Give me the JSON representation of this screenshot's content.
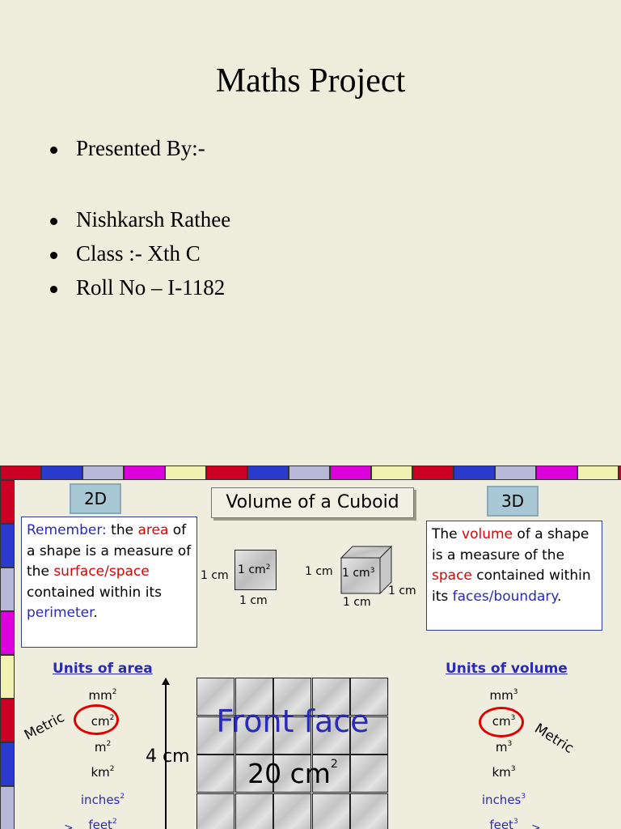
{
  "slide1": {
    "title": "Maths Project",
    "bullets": [
      "Presented By:-",
      "Nishkarsh Rathee",
      "Class :- Xth C",
      "Roll No – I-1182"
    ]
  },
  "slide2": {
    "border_colors": [
      "#cc0022",
      "#2a3acc",
      "#b8b8d8",
      "#dc00dc",
      "#f0f0b0"
    ],
    "tag_2d": "2D",
    "tag_3d": "3D",
    "title": "Volume of a Cuboid",
    "left_info": {
      "p1": "Remember:",
      "p2": " the ",
      "p3": "area",
      "p4": " of a shape is a measure of the ",
      "p5": "surface/space",
      "p6": " contained within its ",
      "p7": "perimeter",
      "p8": "."
    },
    "right_info": {
      "p1": "The ",
      "p2": "volume",
      "p3": " of a shape is a measure of the ",
      "p4": "space",
      "p5": " contained within its ",
      "p6": "faces/boundary",
      "p7": "."
    },
    "square": {
      "side_left": "1 cm",
      "side_bottom": "1 cm",
      "label": "1 cm",
      "label_sup": "2"
    },
    "cube": {
      "side_top_left": "1 cm",
      "side_bottom": "1 cm",
      "side_right": "1 cm",
      "label": "1 cm",
      "label_sup": "3"
    },
    "units_area": {
      "title": "Units of area",
      "metric_label": "Metric",
      "items": [
        {
          "base": "mm",
          "sup": "2"
        },
        {
          "base": "cm",
          "sup": "2"
        },
        {
          "base": "m",
          "sup": "2"
        },
        {
          "base": "km",
          "sup": "2"
        },
        {
          "base": "inches",
          "sup": "2"
        },
        {
          "base": "feet",
          "sup": "2"
        }
      ]
    },
    "units_volume": {
      "title": "Units of volume",
      "metric_label": "Metric",
      "items": [
        {
          "base": "mm",
          "sup": "3"
        },
        {
          "base": "cm",
          "sup": "3"
        },
        {
          "base": "m",
          "sup": "3"
        },
        {
          "base": "km",
          "sup": "3"
        },
        {
          "base": "inches",
          "sup": "3"
        },
        {
          "base": "feet",
          "sup": "3"
        }
      ]
    },
    "height_label": "4 cm",
    "front_face": "Front face",
    "front_area": "20 cm",
    "front_area_sup": "2"
  }
}
